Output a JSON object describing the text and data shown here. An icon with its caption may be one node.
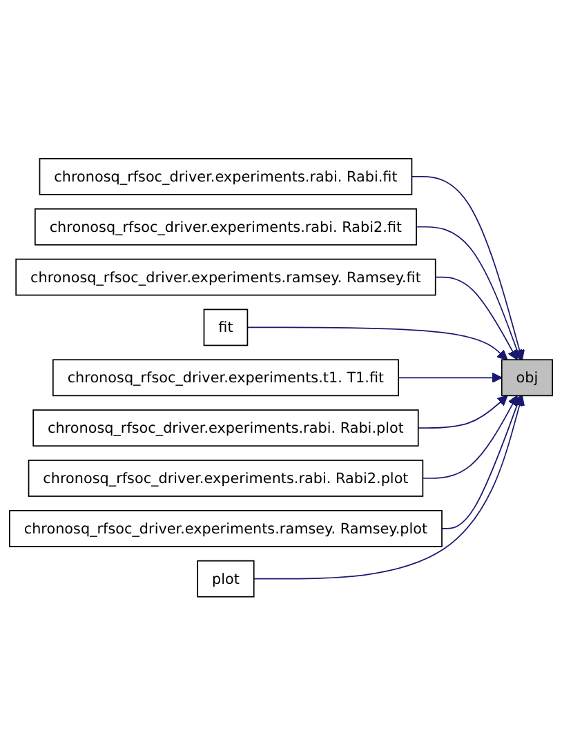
{
  "diagram": {
    "nodes": [
      {
        "text": [
          "chronosq_rfsoc_driver.experiments.rabi. Rabi.fit"
        ]
      },
      {
        "text": [
          "chronosq_rfsoc_driver.experiments.rabi. Rabi2.fit"
        ]
      },
      {
        "text": [
          "chronosq_rfsoc_driver.experiments.ramsey. Ramsey.fit"
        ]
      },
      {
        "text": [
          "fit"
        ]
      },
      {
        "text": [
          "chronosq_rfsoc_driver.experiments.t1. T1.fit"
        ]
      },
      {
        "text": [
          "chronosq_rfsoc_driver.experiments.rabi. Rabi.plot"
        ]
      },
      {
        "text": [
          "chronosq_rfsoc_driver.experiments.rabi. Rabi2.plot"
        ]
      },
      {
        "text": [
          "chronosq_rfsoc_driver.experiments.ramsey. Ramsey.plot"
        ]
      },
      {
        "text": [
          "plot"
        ]
      },
      {
        "text": [
          "obj"
        ]
      }
    ],
    "edges": [
      {
        "from": 0,
        "to": 9,
        "arrow": "to"
      },
      {
        "from": 1,
        "to": 9,
        "arrow": "to"
      },
      {
        "from": 2,
        "to": 9,
        "arrow": "to"
      },
      {
        "from": 3,
        "to": 9,
        "arrow": "to"
      },
      {
        "from": 4,
        "to": 9,
        "arrow": "to"
      },
      {
        "from": 5,
        "to": 9,
        "arrow": "to"
      },
      {
        "from": 6,
        "to": 9,
        "arrow": "to"
      },
      {
        "from": 7,
        "to": 9,
        "arrow": "to"
      },
      {
        "from": 8,
        "to": 9,
        "arrow": "to"
      }
    ]
  }
}
